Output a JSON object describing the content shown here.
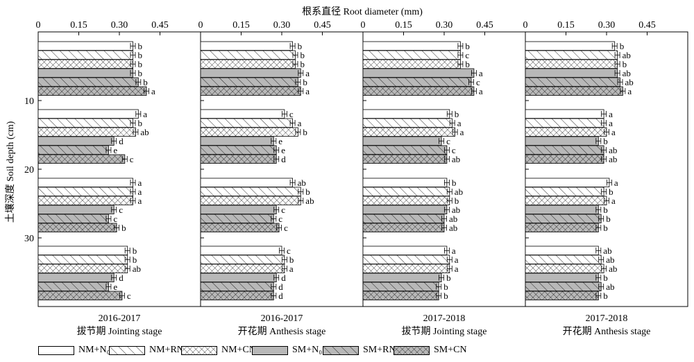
{
  "chart_data": {
    "type": "bar",
    "orientation": "horizontal",
    "title": "根系直径 Root diameter (mm)",
    "ylabel": "土壤深度 Soil depth (cm)",
    "xlim": [
      0,
      0.6
    ],
    "x_ticks": [
      "0",
      "0.15",
      "0.30",
      "0.45"
    ],
    "y_ticks": [
      "10",
      "20",
      "30"
    ],
    "treatments": [
      "NM+N0",
      "NM+RN",
      "NM+CN",
      "SM+N0",
      "SM+RN",
      "SM+CN"
    ],
    "depth_groups": [
      "0-10",
      "10-20",
      "20-30",
      "30-40"
    ],
    "panels": [
      {
        "year": "2016-2017",
        "stage": "拔节期 Jointing stage",
        "values": [
          [
            0.35,
            0.35,
            0.35,
            0.35,
            0.37,
            0.4
          ],
          [
            0.37,
            0.35,
            0.36,
            0.28,
            0.26,
            0.32
          ],
          [
            0.35,
            0.35,
            0.35,
            0.28,
            0.26,
            0.29
          ],
          [
            0.33,
            0.33,
            0.33,
            0.28,
            0.26,
            0.31
          ]
        ],
        "letters": [
          [
            "b",
            "b",
            "b",
            "b",
            "b",
            "a"
          ],
          [
            "a",
            "b",
            "ab",
            "d",
            "e",
            "c"
          ],
          [
            "a",
            "a",
            "a",
            "c",
            "c",
            "b"
          ],
          [
            "b",
            "b",
            "ab",
            "d",
            "e",
            "c"
          ]
        ]
      },
      {
        "year": "2016-2017",
        "stage": "开花期 Anthesis stage",
        "values": [
          [
            0.34,
            0.35,
            0.35,
            0.37,
            0.36,
            0.37
          ],
          [
            0.31,
            0.34,
            0.36,
            0.27,
            0.28,
            0.28
          ],
          [
            0.34,
            0.37,
            0.37,
            0.28,
            0.27,
            0.29
          ],
          [
            0.3,
            0.31,
            0.31,
            0.28,
            0.27,
            0.27
          ]
        ],
        "letters": [
          [
            "b",
            "b",
            "b",
            "a",
            "b",
            "a"
          ],
          [
            "c",
            "a",
            "b",
            "e",
            "e",
            "d"
          ],
          [
            "ab",
            "b",
            "ab",
            "c",
            "c",
            "c"
          ],
          [
            "c",
            "b",
            "a",
            "d",
            "d",
            "d"
          ]
        ]
      },
      {
        "year": "2017-2018",
        "stage": "拔节期 Jointing stage",
        "values": [
          [
            0.36,
            0.36,
            0.36,
            0.41,
            0.4,
            0.41
          ],
          [
            0.32,
            0.33,
            0.34,
            0.29,
            0.31,
            0.31
          ],
          [
            0.31,
            0.32,
            0.32,
            0.31,
            0.3,
            0.3
          ],
          [
            0.31,
            0.32,
            0.32,
            0.29,
            0.28,
            0.28
          ]
        ],
        "letters": [
          [
            "b",
            "c",
            "b",
            "a",
            "c",
            "a"
          ],
          [
            "b",
            "a",
            "a",
            "c",
            "c",
            "ab"
          ],
          [
            "b",
            "ab",
            "b",
            "ab",
            "ab",
            "ab"
          ],
          [
            "a",
            "a",
            "a",
            "b",
            "b",
            "b"
          ]
        ]
      },
      {
        "year": "2017-2018",
        "stage": "开花期 Anthesis stage",
        "values": [
          [
            0.33,
            0.34,
            0.34,
            0.34,
            0.35,
            0.36
          ],
          [
            0.29,
            0.29,
            0.3,
            0.27,
            0.29,
            0.29
          ],
          [
            0.31,
            0.29,
            0.3,
            0.27,
            0.28,
            0.27
          ],
          [
            0.27,
            0.28,
            0.29,
            0.27,
            0.28,
            0.27
          ]
        ],
        "letters": [
          [
            "b",
            "ab",
            "b",
            "ab",
            "ab",
            "a"
          ],
          [
            "a",
            "a",
            "a",
            "b",
            "ab",
            "ab"
          ],
          [
            "a",
            "b",
            "a",
            "b",
            "b",
            "b"
          ],
          [
            "ab",
            "ab",
            "ab",
            "b",
            "ab",
            "b"
          ]
        ]
      }
    ],
    "legend": [
      "NM+N₀",
      "NM+RN",
      "NM+CN",
      "SM+N₀",
      "SM+RN",
      "SM+CN"
    ],
    "colors": {
      "nm_fill": "#ffffff",
      "sm_fill": "#b8b8b8",
      "stroke": "#000000"
    }
  }
}
